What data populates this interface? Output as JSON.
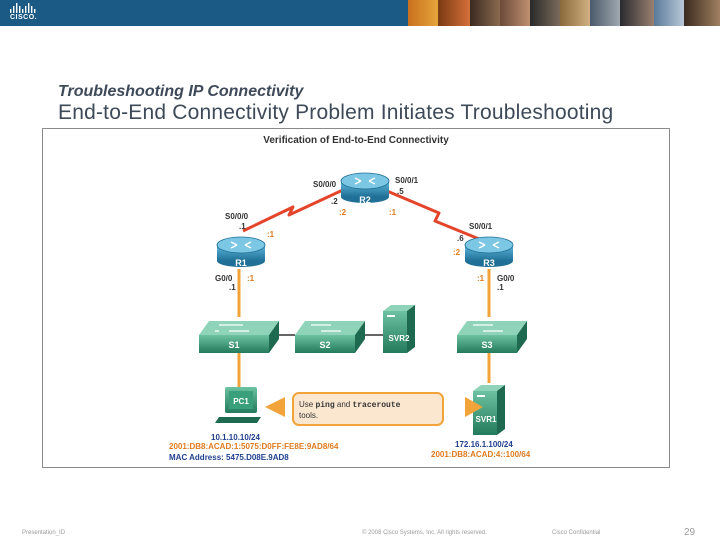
{
  "header": {
    "logo_text": "CISCO.",
    "subtitle": "Troubleshooting IP Connectivity",
    "title": "End-to-End Connectivity Problem Initiates Troubleshooting"
  },
  "diagram": {
    "heading": "Verification of End-to-End Connectivity",
    "r1": {
      "label": "R1",
      "s000": "S0/0/0",
      "s000_addr": ".1",
      "s000_v6": ":1",
      "g00": "G0/0",
      "g00_addr": ".1",
      "g00_v6": ":1"
    },
    "r2": {
      "label": "R2",
      "s000": "S0/0/0",
      "s000_addr": ".2",
      "s000_v6": ":2",
      "s001": "S0/0/1",
      "s001_addr": ".5",
      "s001_v6": ":1"
    },
    "r3": {
      "label": "R3",
      "s001": "S0/0/1",
      "s001_addr": ".6",
      "s001_v6": ":2",
      "g00": "G0/0",
      "g00_addr": ".1",
      "g00_v6": ":1"
    },
    "s1": "S1",
    "s2": "S2",
    "s3": "S3",
    "svr2": "SVR2",
    "svr1": "SVR1",
    "pc1": "PC1",
    "callout_prefix": "Use ",
    "callout_cmd1": "ping",
    "callout_and": " and ",
    "callout_cmd2": "traceroute",
    "callout_suffix": "tools.",
    "pc1_ipv4": "10.1.10.10/24",
    "pc1_ipv6": "2001:DB8:ACAD:1:5075:D0FF:FE8E:9AD8/64",
    "pc1_mac": "MAC Address: 5475.D08E.9AD8",
    "svr1_ipv4": "172.16.1.100/24",
    "svr1_ipv6": "2001:DB8:ACAD:4::100/64"
  },
  "footer": {
    "presentation": "Presentation_ID",
    "copyright": "© 2008 Cisco Systems, Inc. All rights reserved.",
    "confidential": "Cisco Confidential",
    "page": "29"
  },
  "colors": {
    "topbar": "#1c5a86",
    "router": "#2b8db5",
    "switch": "#3a9d80",
    "link_serial": "#e4452a",
    "link_ethernet": "#f2a33a",
    "ipv6_text": "#e07a1e",
    "ipv4_text": "#1f3f8f"
  }
}
